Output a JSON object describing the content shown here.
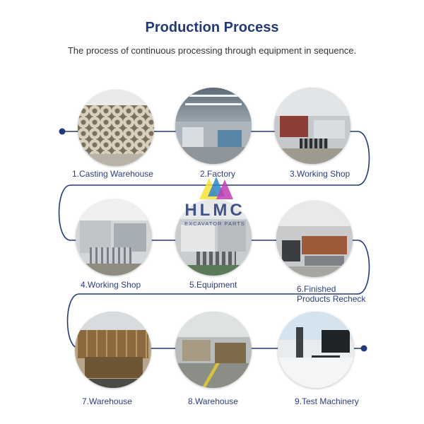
{
  "header": {
    "title": "Production Process",
    "subtitle": "The process of continuous processing through equipment in sequence."
  },
  "logo": {
    "brand": "HLMC",
    "tagline": "EXCAVATOR PARTS"
  },
  "colors": {
    "line": "#233a7a",
    "title": "#233a7a",
    "label": "#2c3d7c"
  },
  "steps": [
    {
      "label": "1.Casting Warehouse"
    },
    {
      "label": "2.Factory"
    },
    {
      "label": "3.Working Shop"
    },
    {
      "label": "4.Working Shop"
    },
    {
      "label": "5.Equipment"
    },
    {
      "label_line1": "6.Finished",
      "label_line2": "Products Recheck"
    },
    {
      "label": "7.Warehouse"
    },
    {
      "label": "8.Warehouse"
    },
    {
      "label": "9.Test Machinery"
    }
  ]
}
